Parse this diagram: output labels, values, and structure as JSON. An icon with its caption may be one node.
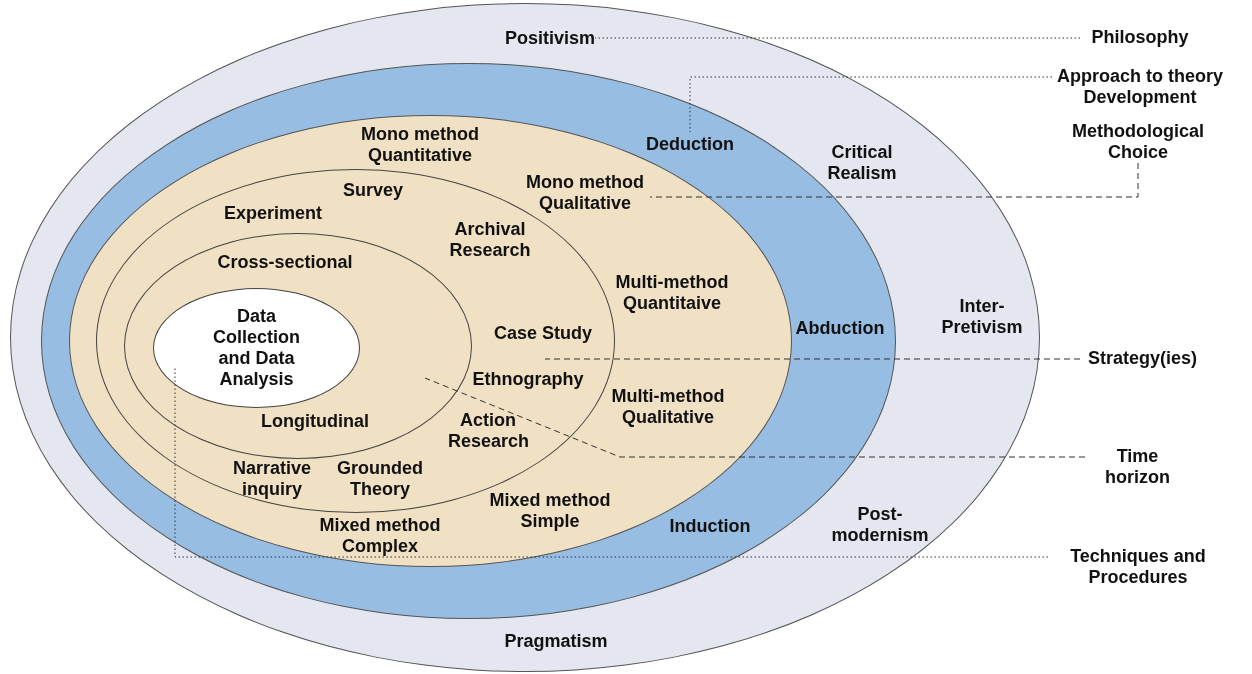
{
  "diagram": {
    "nodes": [
      {
        "text": [],
        "shape": "ellipse"
      },
      {
        "text": [],
        "shape": "ellipse",
        "in": 0
      },
      {
        "text": [],
        "shape": "ellipse",
        "in": 1
      },
      {
        "text": [],
        "shape": "ellipse",
        "in": 2
      },
      {
        "text": [],
        "shape": "ellipse",
        "in": 3
      },
      {
        "text": [
          "Data Collection and Data Analysis"
        ],
        "in": 4
      },
      {
        "text": [
          "Philosophy"
        ]
      },
      {
        "text": [
          "Approach to theory Development"
        ]
      },
      {
        "text": [
          "Methodological Choice"
        ]
      },
      {
        "text": [
          "Strategy(ies)"
        ]
      },
      {
        "text": [
          "Time horizon"
        ]
      },
      {
        "text": [
          "Techniques and Procedures"
        ]
      }
    ],
    "edges": [
      {
        "from": 6,
        "to": 0,
        "arrow": "none"
      },
      {
        "from": 7,
        "to": 1,
        "arrow": "none"
      },
      {
        "from": 8,
        "to": 2,
        "arrow": "none",
        "style": "dashed"
      },
      {
        "from": 9,
        "to": 3,
        "arrow": "none",
        "style": "dashed"
      },
      {
        "from": 10,
        "to": 4,
        "arrow": "none",
        "style": "dashed"
      },
      {
        "from": 11,
        "to": 5,
        "arrow": "none"
      }
    ],
    "labels": [
      "Positivism",
      "Mono method Quantitative",
      "Deduction",
      "Critical Realism",
      "Survey",
      "Mono method Qualitative",
      "Experiment",
      "Archival Research",
      "Cross-sectional",
      "Multi-method Quantitaive",
      "Case Study",
      "Abduction",
      "Inter-Pretivism",
      "Ethnography",
      "Multi-method Qualitative",
      "Longitudinal",
      "Action Research",
      "Narrative inquiry",
      "Grounded Theory",
      "Mixed method Simple",
      "Induction",
      "Post-modernism",
      "Mixed method Complex",
      "Pragmatism"
    ]
  }
}
